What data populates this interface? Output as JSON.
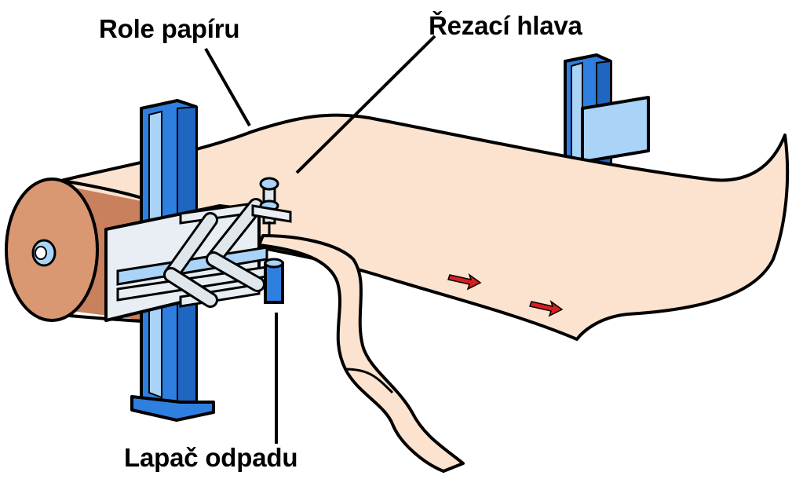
{
  "labels": {
    "paper_roll": "Role papíru",
    "cutting_head": "Řezací hlava",
    "waste_catcher": "Lapač odpadu"
  },
  "colors": {
    "paper": "#fbe3d0",
    "roll_face": "#d99872",
    "roll_side": "#c9805c",
    "column_blue": "#2f7fe0",
    "column_light": "#a9d4f7",
    "bracket": "#e8eef3",
    "arrow_red": "#d61f1f",
    "outline": "#000000"
  },
  "icons": {
    "direction_arrows": "arrow-right-icon"
  }
}
